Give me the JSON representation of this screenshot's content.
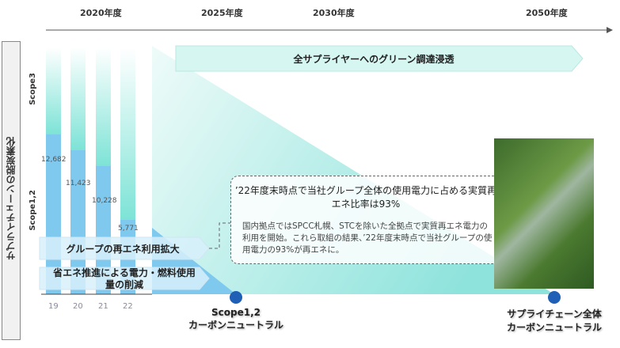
{
  "timeline": {
    "years": [
      "2020年度",
      "2025年度",
      "2030年度",
      "2050年度"
    ]
  },
  "side_title": "サプライチェーンの脱炭素化",
  "scope_labels": {
    "scope3": "Scope3",
    "scope12": "Scope1,2"
  },
  "bars": {
    "years": [
      "19",
      "20",
      "21",
      "22"
    ],
    "scope12_values": [
      "12,682",
      "11,423",
      "10,228",
      "5,771"
    ]
  },
  "banners": {
    "supplier": "全サプライヤーへのグリーン調達浸透",
    "renewable": "グループの再エネ利用拡大",
    "energy_saving": "省エネ推進による電力・燃料使用量の削減"
  },
  "callout": {
    "headline": "’22年度末時点で当社グループ全体の使用電力に占める実質再エネ比率は93%",
    "body": "国内拠点ではSPCC札幌、STCを除いた全拠点で実質再エネ電力の利用を開始。これら取組の結果、’22年度末時点で当社グループの使用電力の93%が再エネに。"
  },
  "milestones": [
    {
      "line1": "Scope1,2",
      "line2": "カーボンニュートラル"
    },
    {
      "line1": "サプライチェーン全体",
      "line2": "カーボンニュートラル"
    }
  ],
  "colors": {
    "scope12": "#7fc8ee",
    "scope3": "#7de3d6",
    "milestone": "#1f5fb5"
  }
}
